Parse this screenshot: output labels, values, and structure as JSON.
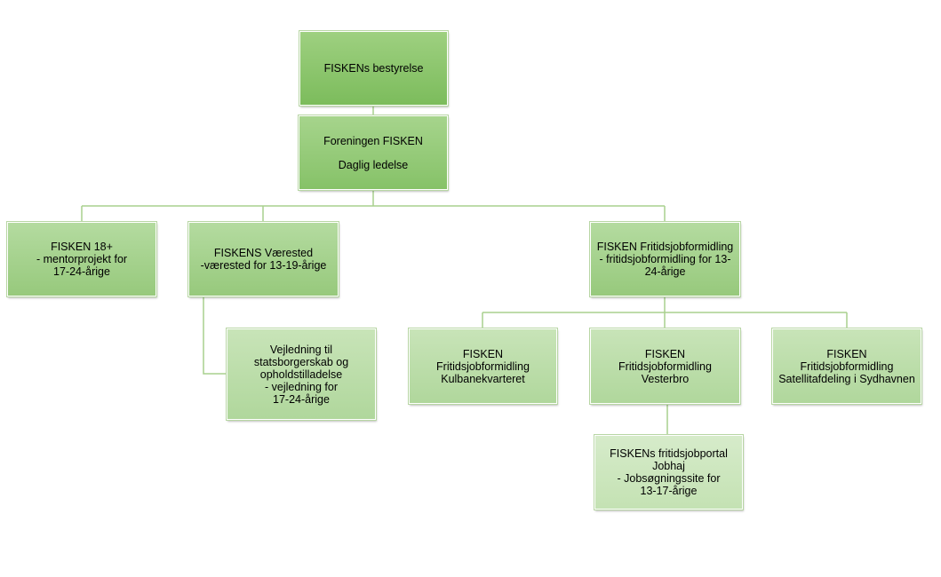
{
  "nodes": {
    "board": {
      "lines": [
        "FISKENs bestyrelse"
      ]
    },
    "association": {
      "lines": [
        "Foreningen FISKEN",
        "Daglig ledelse"
      ]
    },
    "fisken18": {
      "lines": [
        "FISKEN 18+",
        "- mentorprojekt for",
        "17-24-årige"
      ]
    },
    "vaersted": {
      "lines": [
        "FISKENS Værested",
        "-værested for 13-19-årige"
      ]
    },
    "vejledning": {
      "lines": [
        "Vejledning til",
        "statsborgerskab og",
        "opholdstilladelse",
        "- vejledning for",
        "17-24-årige"
      ]
    },
    "fritidsjob": {
      "lines": [
        "FISKEN Fritidsjobformidling",
        "- fritidsjobformidling for 13-",
        "24-årige"
      ]
    },
    "kulbane": {
      "lines": [
        "FISKEN",
        "Fritidsjobformidling",
        "Kulbanekvarteret"
      ]
    },
    "vesterbro": {
      "lines": [
        "FISKEN",
        "Fritidsjobformidling",
        "Vesterbro"
      ]
    },
    "sydhavnen": {
      "lines": [
        "FISKEN",
        "Fritidsjobformidling",
        "Satellitafdeling i Sydhavnen"
      ]
    },
    "jobhaj": {
      "lines": [
        "FISKENs fritidsjobportal",
        "Jobhaj",
        "- Jobsøgningssite for",
        "13-17-årige"
      ]
    }
  },
  "colors": {
    "connector": "#a9d08e",
    "node_border": "#ffffff"
  }
}
